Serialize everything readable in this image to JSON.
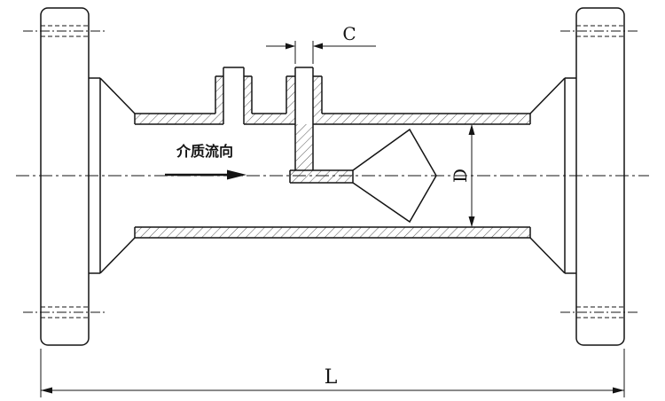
{
  "drawing": {
    "labels": {
      "flow_direction": "介质流向",
      "dimension_c": "C",
      "dimension_d": "D",
      "dimension_l": "L"
    },
    "colors": {
      "line": "#141414",
      "background": "#ffffff"
    }
  }
}
